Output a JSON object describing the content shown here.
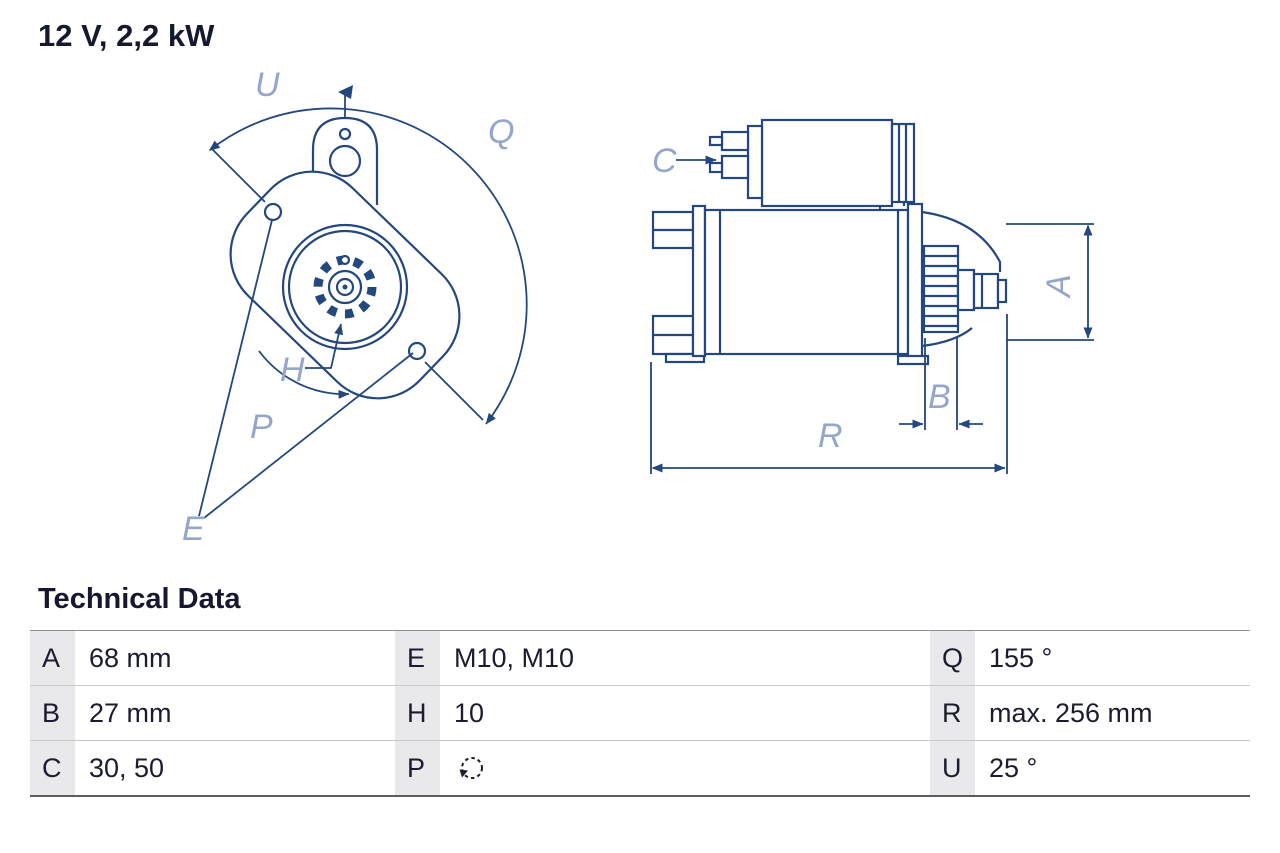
{
  "title": "12 V, 2,2 kW",
  "diagram": {
    "line_color": "#24477e",
    "label_color": "#94a6c9",
    "labels": {
      "u": "U",
      "q": "Q",
      "h": "H",
      "p": "P",
      "e": "E",
      "c": "C",
      "a": "A",
      "b": "B",
      "r": "R"
    }
  },
  "technical_data": {
    "heading": "Technical Data",
    "rows": [
      {
        "cells": [
          {
            "key": "A",
            "value": "68 mm"
          },
          {
            "key": "E",
            "value": "M10, M10"
          },
          {
            "key": "Q",
            "value": "155 °"
          }
        ]
      },
      {
        "cells": [
          {
            "key": "B",
            "value": "27 mm"
          },
          {
            "key": "H",
            "value": "10"
          },
          {
            "key": "R",
            "value": "max. 256 mm"
          }
        ]
      },
      {
        "cells": [
          {
            "key": "C",
            "value": "30, 50"
          },
          {
            "key": "P",
            "value": "",
            "icon": "rotation-ccw-icon"
          },
          {
            "key": "U",
            "value": "25 °"
          }
        ]
      }
    ]
  }
}
